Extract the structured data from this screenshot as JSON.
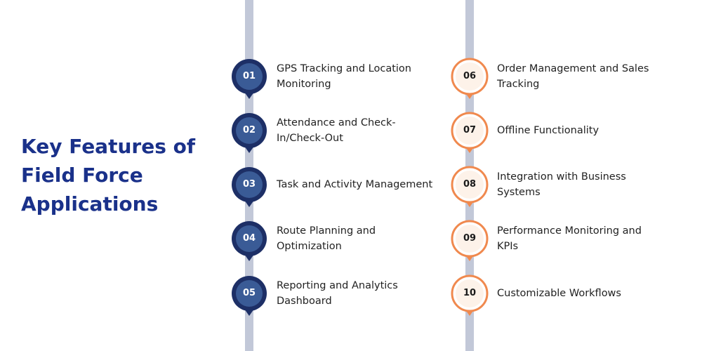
{
  "title": "Key Features of Field Force Applications",
  "colors": {
    "title": "#1a318a",
    "rail": "#c2c8d8",
    "blue_fill": "#3a5b96",
    "blue_ring": "#1d2f66",
    "orange_fill": "#fdf2e9",
    "orange_ring": "#f0894e"
  },
  "left_column": [
    {
      "number": "01",
      "label": "GPS Tracking and Location Monitoring"
    },
    {
      "number": "02",
      "label": "Attendance and Check-In/Check-Out"
    },
    {
      "number": "03",
      "label": "Task and Activity Management"
    },
    {
      "number": "04",
      "label": "Route Planning and Optimization"
    },
    {
      "number": "05",
      "label": "Reporting and Analytics Dashboard"
    }
  ],
  "right_column": [
    {
      "number": "06",
      "label": "Order Management and Sales Tracking"
    },
    {
      "number": "07",
      "label": "Offline Functionality"
    },
    {
      "number": "08",
      "label": "Integration with Business Systems"
    },
    {
      "number": "09",
      "label": "Performance Monitoring and KPIs"
    },
    {
      "number": "10",
      "label": "Customizable Workflows"
    }
  ]
}
